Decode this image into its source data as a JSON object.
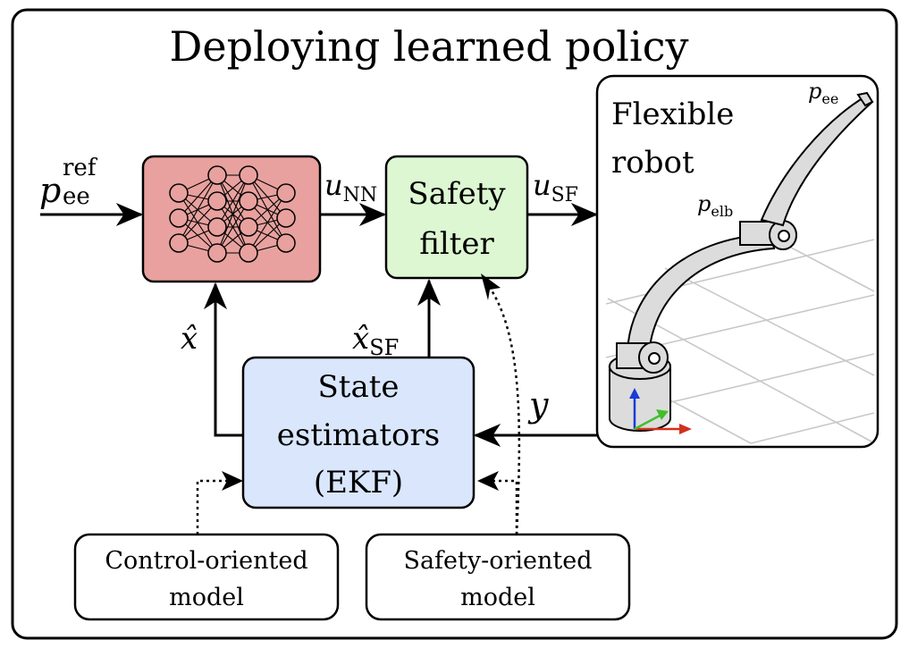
{
  "title": "Deploying learned policy",
  "colors": {
    "nn_fill": "#e8a19e",
    "sf_fill": "#ddf7d2",
    "est_fill": "#d9e6fb",
    "robot_link": "#dcdcdc",
    "axis_x": "#d2311b",
    "axis_y": "#3fbf2a",
    "axis_z": "#1a3bd6"
  },
  "blocks": {
    "safety_filter": {
      "line1": "Safety",
      "line2": "filter"
    },
    "estimator": {
      "line1": "State",
      "line2": "estimators",
      "line3": "(EKF)"
    },
    "robot": {
      "line1": "Flexible",
      "line2": "robot"
    },
    "control_model": {
      "line1": "Control-oriented",
      "line2": "model"
    },
    "safety_model": {
      "line1": "Safety-oriented",
      "line2": "model"
    }
  },
  "signals": {
    "p_ref": {
      "base": "p",
      "sup": "ref",
      "sub": "ee"
    },
    "u_nn": {
      "base": "u",
      "sub": "NN"
    },
    "u_sf": {
      "base": "u",
      "sub": "SF"
    },
    "x_hat": {
      "base": "x̂"
    },
    "x_hat_sf": {
      "base": "x̂",
      "sub": "SF"
    },
    "y": {
      "base": "y"
    },
    "p_ee": {
      "base": "p",
      "sub": "ee"
    },
    "p_elb": {
      "base": "p",
      "sub": "elb"
    }
  },
  "icons": [
    "neural-network-icon",
    "flexible-robot-arm-illustration",
    "coordinate-axes-icon"
  ]
}
